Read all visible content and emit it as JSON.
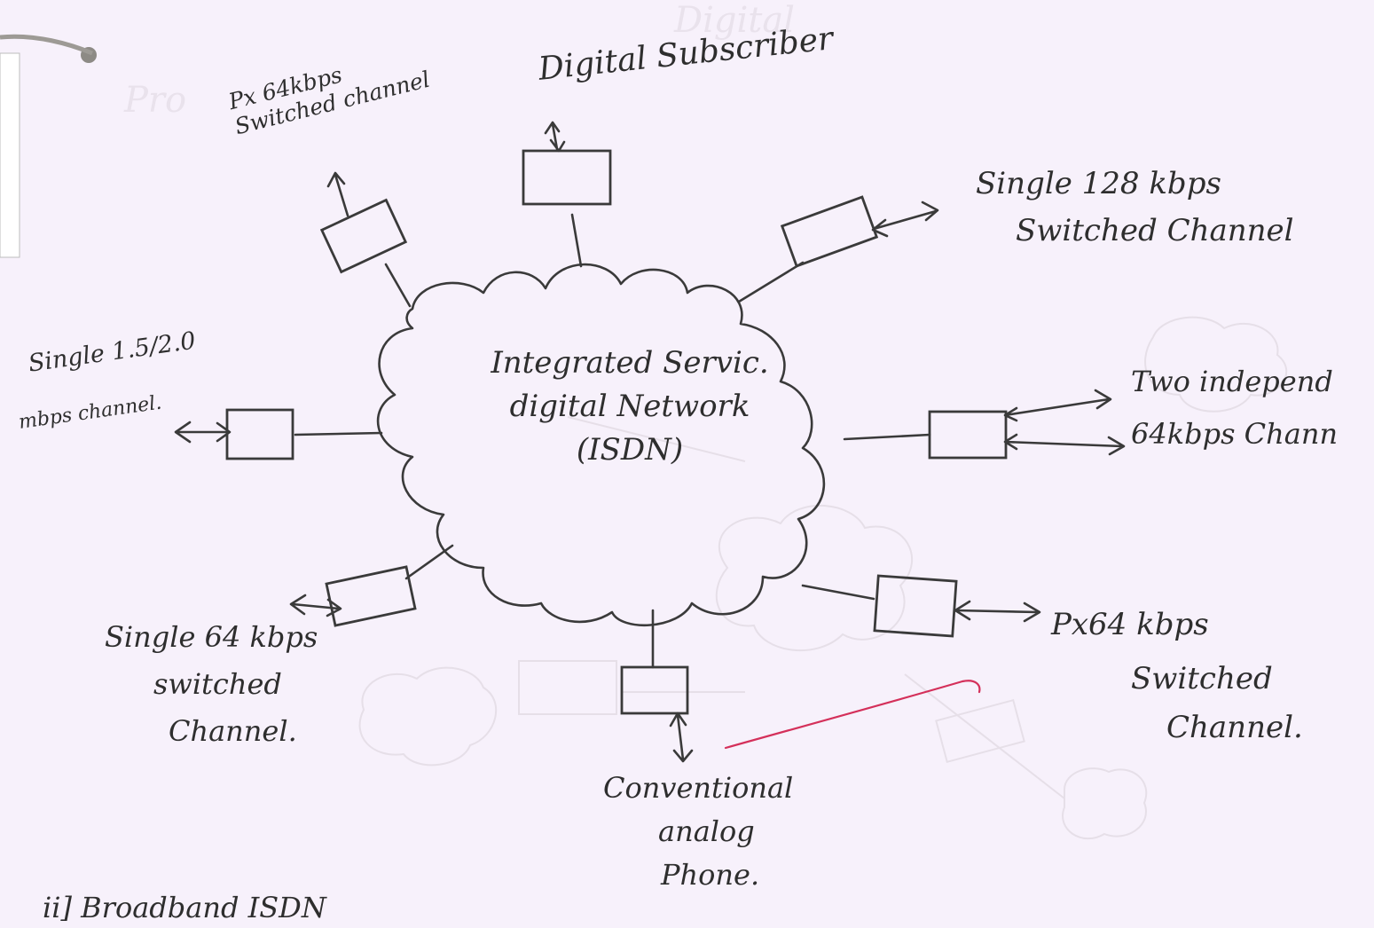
{
  "center": {
    "line1": "Integrated Servic.",
    "line2": "digital Network",
    "line3": "(ISDN)"
  },
  "labels": {
    "digital_subscriber": "Digital Subscriber",
    "px64_top_line1": "Px 64kbps",
    "px64_top_line2": "Switched channel",
    "single128_line1": "Single 128 kbps",
    "single128_line2": "Switched Channel",
    "two_indep_line1": "Two independ",
    "two_indep_line2": "64kbps Chann",
    "single15_line1": "Single 1.5/2.0",
    "single15_line2": "mbps channel.",
    "single64_line1": "Single 64 kbps",
    "single64_line2": "switched",
    "single64_line3": "Channel.",
    "px64_right_line1": "Px64 kbps",
    "px64_right_line2": "Switched",
    "px64_right_line3": "Channel.",
    "analog_line1": "Conventional",
    "analog_line2": "analog",
    "analog_line3": "Phone.",
    "footer": "ii] Broadband ISDN"
  }
}
